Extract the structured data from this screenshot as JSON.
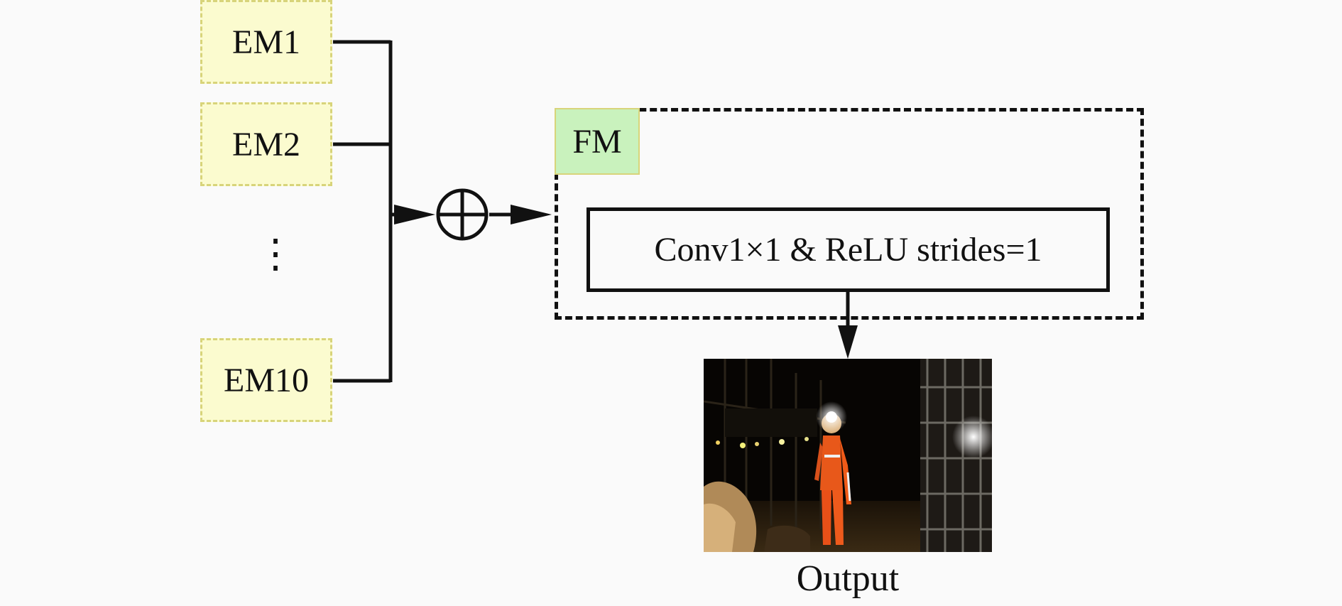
{
  "inputs": [
    {
      "label": "EM1"
    },
    {
      "label": "EM2"
    },
    {
      "label": "EM10"
    }
  ],
  "ellipsis": "⋮",
  "fusion_module": {
    "label": "FM",
    "conv_label": "Conv1×1 & ReLU strides=1"
  },
  "output": {
    "label": "Output"
  },
  "colors": {
    "em_fill": "#fbfbcf",
    "em_border": "#d8d47a",
    "fm_fill": "#c9f2bd",
    "line": "#111111"
  }
}
